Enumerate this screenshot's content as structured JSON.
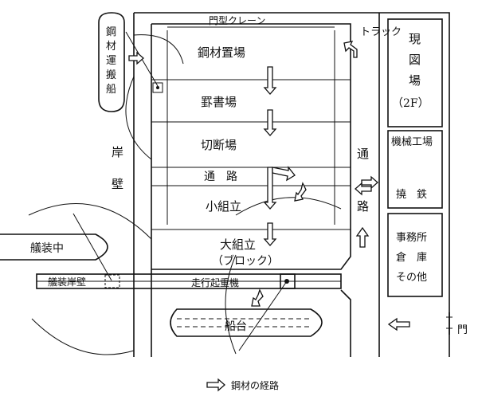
{
  "labels": {
    "gantry_crane": "門型クレーン",
    "steel_yard": "鋼材置場",
    "marking": "罫書場",
    "cutting": "切断場",
    "passage": "通　路",
    "sub_assembly": "小組立",
    "large_assembly_1": "大組立",
    "large_assembly_2": "（ブロック）",
    "track": "トラック",
    "track_road": "通",
    "track_road2": "路",
    "shore": "岸",
    "wall": "壁",
    "fitting": "艤装中",
    "fitting_quay": "艤装岸壁",
    "traveling_crane": "走行起重機",
    "slipway": "船台",
    "mold_loft_1": "現",
    "mold_loft_2": "図",
    "mold_loft_3": "場",
    "mold_loft_4": "（2F）",
    "machine_shop": "機械工場",
    "iron_work": "撓　鉄",
    "office_1": "事務所",
    "office_2": "倉　庫",
    "office_3": "その他",
    "gate": "門",
    "legend": "鋼材の経路",
    "ship_1": "鋼",
    "ship_2": "材",
    "ship_3": "運",
    "ship_4": "搬",
    "ship_5": "船"
  }
}
